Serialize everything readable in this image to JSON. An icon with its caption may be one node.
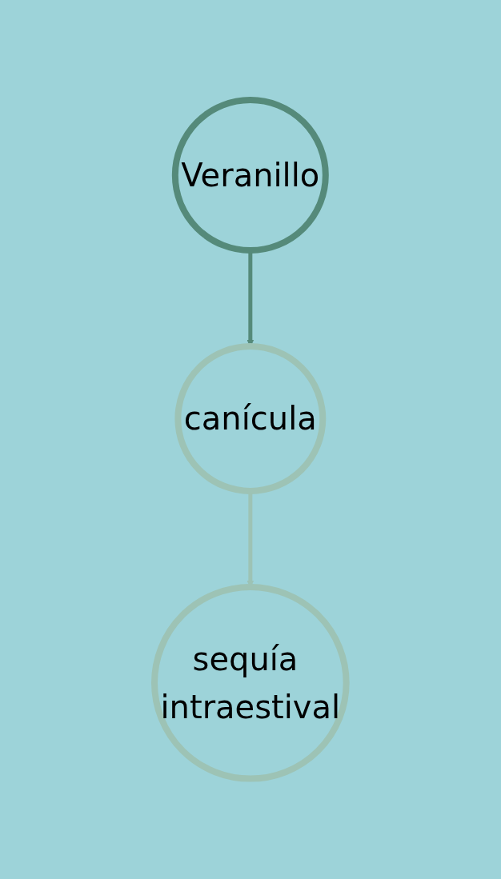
{
  "diagram": {
    "nodes": [
      {
        "text": [
          "Veranillo"
        ]
      },
      {
        "text": [
          "canícula"
        ]
      },
      {
        "text": [
          "sequía intraestival"
        ]
      }
    ],
    "edges": [
      {
        "from": 0,
        "to": 1,
        "arrow": "to",
        "color": "#558a7a"
      },
      {
        "from": 1,
        "to": 2,
        "arrow": "to"
      }
    ]
  }
}
